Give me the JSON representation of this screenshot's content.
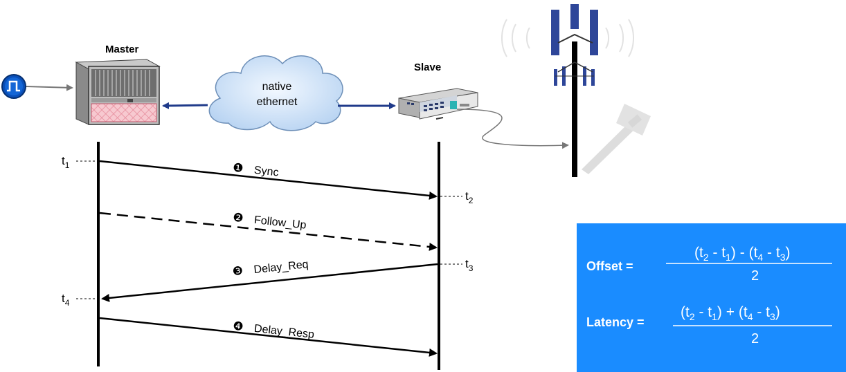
{
  "devices": {
    "master_label": "Master",
    "slave_label": "Slave",
    "cloud_label_line1": "native",
    "cloud_label_line2": "ethernet"
  },
  "timestamps": {
    "t1": "t",
    "t1_sub": "1",
    "t2": "t",
    "t2_sub": "2",
    "t3": "t",
    "t3_sub": "3",
    "t4": "t",
    "t4_sub": "4"
  },
  "messages": [
    {
      "num": "❶",
      "label": "Sync"
    },
    {
      "num": "❷",
      "label": "Follow_Up"
    },
    {
      "num": "❸",
      "label": "Delay_Req"
    },
    {
      "num": "❹",
      "label": "Delay_Resp"
    }
  ],
  "formulas": {
    "offset_label": "Offset =",
    "latency_label": "Latency =",
    "denominator": "2"
  },
  "colors": {
    "formula_bg": "#1a8cff",
    "link_blue": "#1f3a8a",
    "antenna_blue": "#2e4699"
  },
  "icons": [
    "clock-signal-icon",
    "master-rack-icon",
    "cloud-icon",
    "slave-switch-icon",
    "cell-tower-icon",
    "satellite-dish-icon"
  ]
}
